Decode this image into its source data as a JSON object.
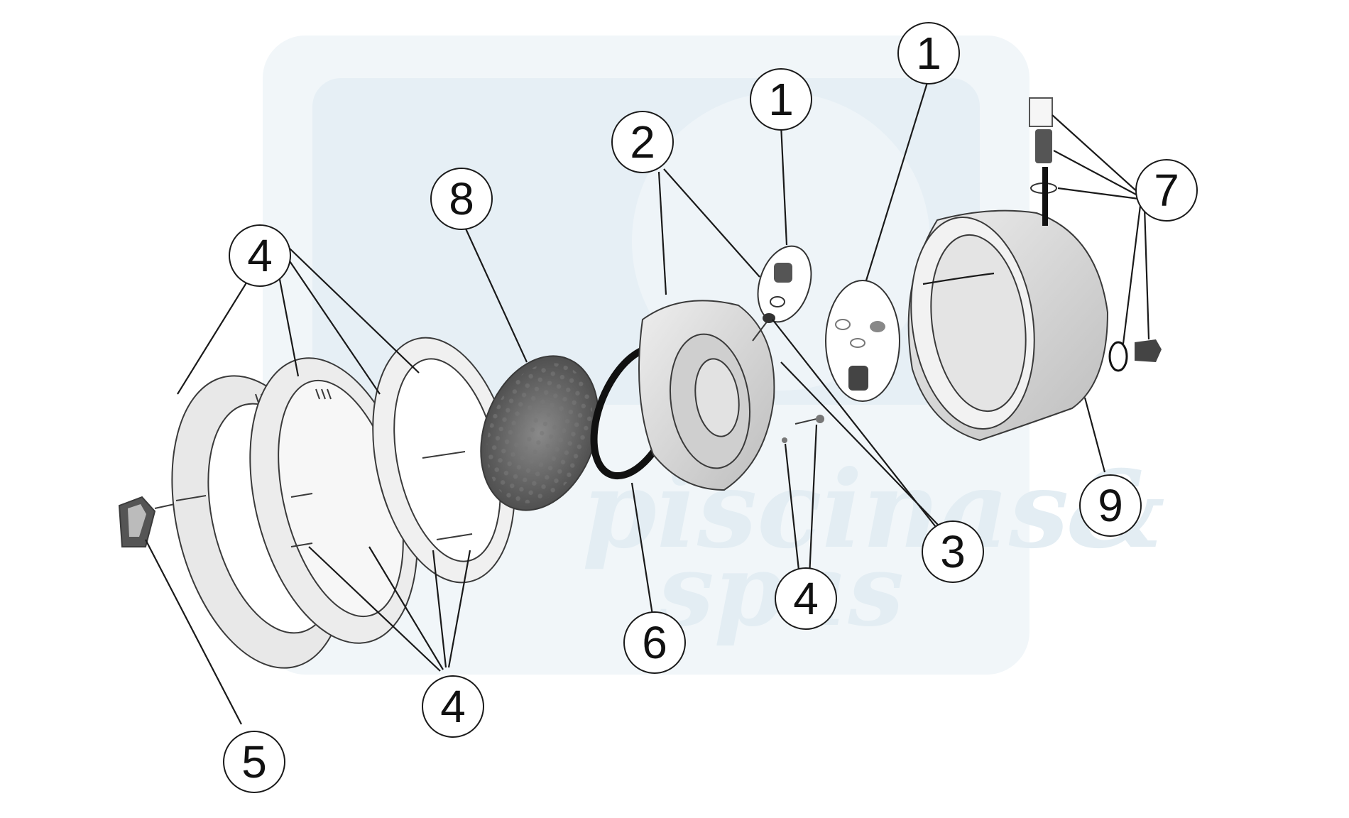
{
  "watermark": {
    "line1": "piscinas&",
    "line2": "spas"
  },
  "callouts": [
    {
      "id": "c1a",
      "label": "1"
    },
    {
      "id": "c1b",
      "label": "1"
    },
    {
      "id": "c2",
      "label": "2"
    },
    {
      "id": "c3",
      "label": "3"
    },
    {
      "id": "c4a",
      "label": "4"
    },
    {
      "id": "c4b",
      "label": "4"
    },
    {
      "id": "c4c",
      "label": "4"
    },
    {
      "id": "c5",
      "label": "5"
    },
    {
      "id": "c6",
      "label": "6"
    },
    {
      "id": "c7",
      "label": "7"
    },
    {
      "id": "c8",
      "label": "8"
    },
    {
      "id": "c9",
      "label": "9"
    }
  ],
  "colors": {
    "background": "#ffffff",
    "watermark": "#e6eff5",
    "line": "#1a1a1a",
    "part_fill": "#d9d9d9",
    "part_dark": "#444444"
  }
}
